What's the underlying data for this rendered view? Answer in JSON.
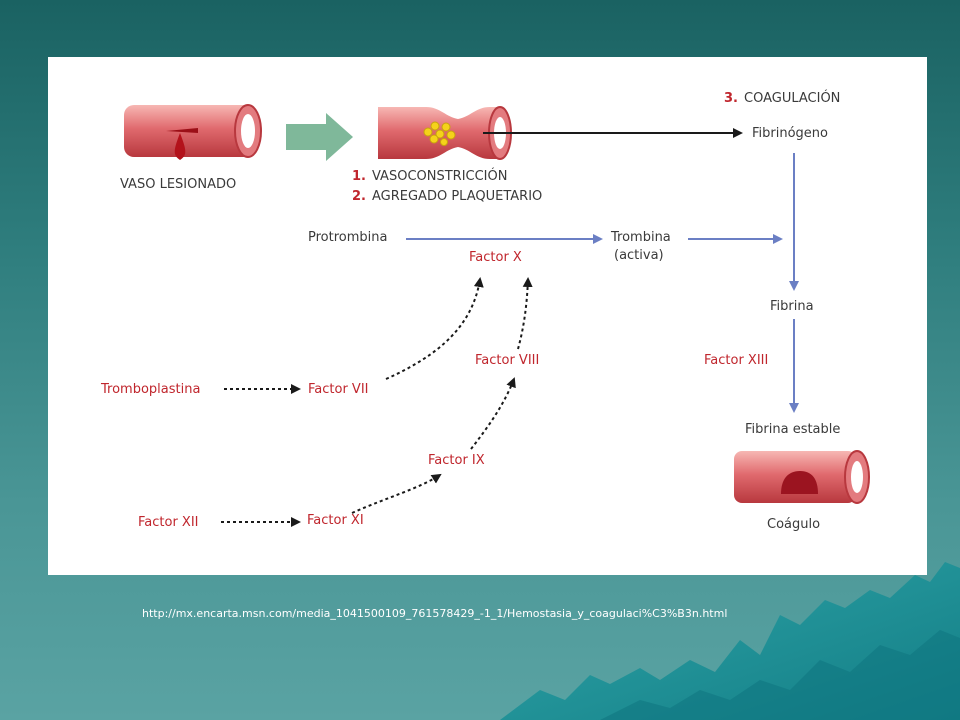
{
  "diagram": {
    "vaso_lesionado": "VASO LESIONADO",
    "step1_number": "1.",
    "step1_text": "VASOCONSTRICCIÓN",
    "step2_number": "2.",
    "step2_text": "AGREGADO PLAQUETARIO",
    "step3_number": "3.",
    "step3_text": "COAGULACIÓN",
    "fibrinogeno": "Fibrinógeno",
    "protrombina": "Protrombina",
    "factor_x": "Factor X",
    "trombina": "Trombina",
    "trombina_activa": "(activa)",
    "fibrina": "Fibrina",
    "factor_xiii": "Factor XIII",
    "fibrina_estable": "Fibrina estable",
    "coagulo": "Coágulo",
    "factor_viii": "Factor VIII",
    "tromboplastina": "Tromboplastina",
    "factor_vii": "Factor VII",
    "factor_ix": "Factor IX",
    "factor_xii": "Factor XII",
    "factor_xi": "Factor XI"
  },
  "colors": {
    "label_red": "#c0262d",
    "label_dark": "#3a3a3a",
    "arrow_blue": "#6b7fc4",
    "arrow_green": "#7fb89a",
    "vessel_pink": "#e06a6e",
    "platelet_yellow": "#f5d21a"
  },
  "source_url": "http://mx.encarta.msn.com/media_1041500109_761578429_-1_1/Hemostasia_y_coagulaci%C3%B3n.html"
}
